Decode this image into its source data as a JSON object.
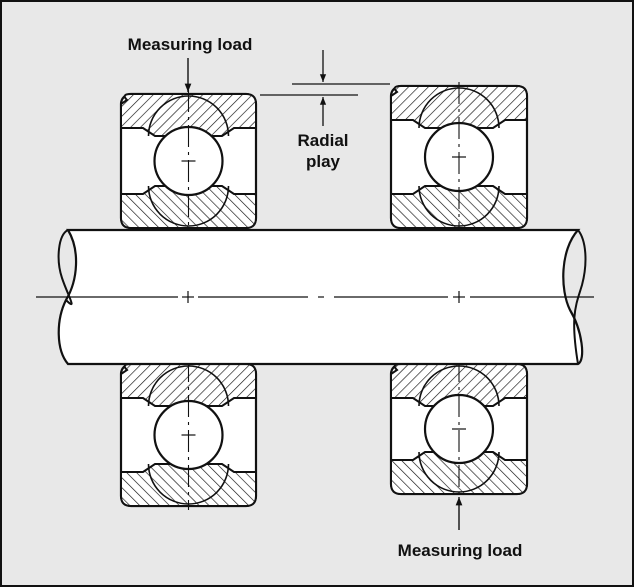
{
  "labels": {
    "measuring_load_top": "Measuring load",
    "radial_play_line1": "Radial",
    "radial_play_line2": "play",
    "measuring_load_bottom": "Measuring load"
  },
  "colors": {
    "background": "#e8e8e8",
    "stroke": "#111111",
    "fill": "#ffffff"
  }
}
